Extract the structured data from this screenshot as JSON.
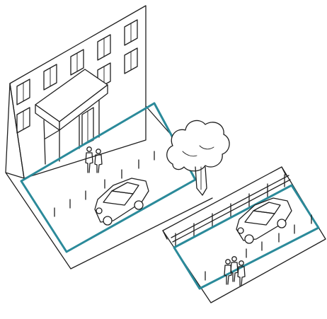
{
  "colors": {
    "ink": "#1f1f1f",
    "accent_outline": "#2b8a9a",
    "background": "#ffffff"
  },
  "panels": [
    {
      "name": "building-forecourt",
      "features": [
        "building",
        "entrance-canopy",
        "parking-bay",
        "bollards",
        "pedestrians",
        "car",
        "tree"
      ]
    },
    {
      "name": "street-parking-strip",
      "features": [
        "railing",
        "parking-bay",
        "bollards",
        "pedestrians",
        "car"
      ]
    }
  ]
}
